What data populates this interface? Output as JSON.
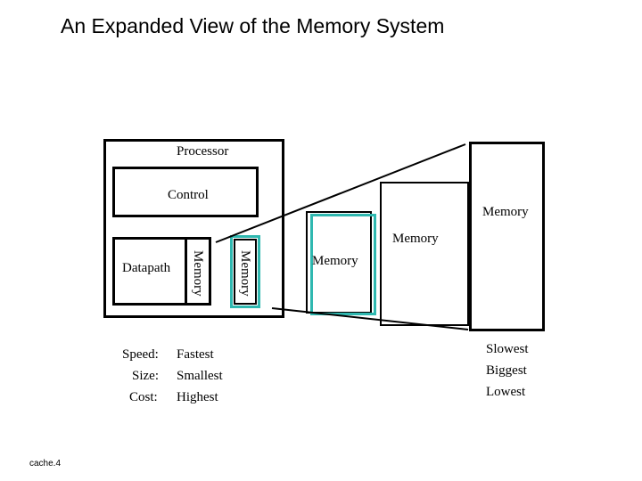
{
  "title": "An Expanded View of the Memory System",
  "processor": {
    "label": "Processor",
    "control_label": "Control",
    "datapath_label": "Datapath",
    "register_memory_label": "Memory",
    "cache_memory_label": "Memory"
  },
  "hierarchy": {
    "level3_label": "Memory",
    "level4_label": "Memory",
    "level5_label": "Memory"
  },
  "metrics": {
    "left": [
      {
        "key": "Speed:",
        "value": "Fastest"
      },
      {
        "key": "Size:",
        "value": "Smallest"
      },
      {
        "key": "Cost:",
        "value": "Highest"
      }
    ],
    "right": [
      "Slowest",
      "Biggest",
      "Lowest"
    ]
  },
  "footer": "cache.4",
  "colors": {
    "teal": "#2fb8b0",
    "black": "#000000"
  }
}
